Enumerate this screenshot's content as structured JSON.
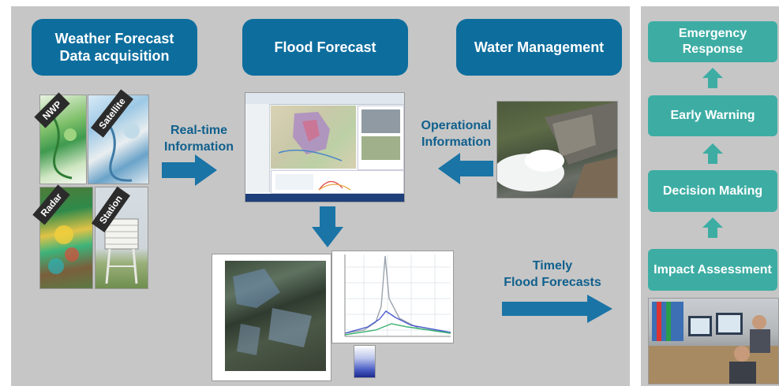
{
  "headers": {
    "weather": "Weather Forecast\nData acquisition",
    "flood": "Flood Forecast",
    "water": "Water Management"
  },
  "labels": {
    "realtime": "Real-time\nInformation",
    "operational": "Operational\nInformation",
    "timely": "Timely\nFlood Forecasts"
  },
  "data_sources": {
    "nwp": "NWP",
    "satellite": "Satellite",
    "radar": "Radar",
    "station": "Station"
  },
  "steps": {
    "emergency": "Emergency\nResponse",
    "warning": "Early Warning",
    "decision": "Decision Making",
    "impact": "Impact Assessment"
  },
  "colors": {
    "header_blue": "#0d6e9e",
    "step_teal": "#3dada4",
    "arrow_blue": "#1a74a6",
    "panel_gray": "#c6c6c6"
  }
}
